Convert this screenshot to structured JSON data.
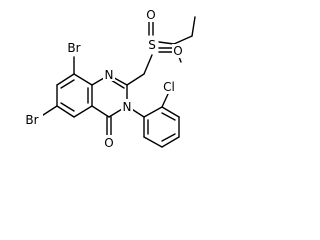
{
  "structure": {
    "atoms": {
      "br8": "Br",
      "br6": "Br",
      "n1": "N",
      "n3": "N",
      "o4": "O",
      "s": "S",
      "so_top": "O",
      "so_bottom": "O",
      "cl": "Cl"
    }
  }
}
